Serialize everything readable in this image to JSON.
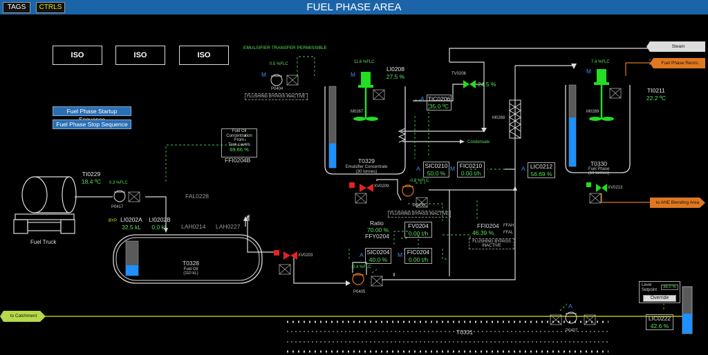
{
  "header": {
    "title": "FUEL PHASE AREA",
    "tags_label": "TAGS",
    "ctrls_label": "CTRLS"
  },
  "iso_buttons": [
    "ISO",
    "ISO",
    "ISO"
  ],
  "sequences": {
    "startup": "Fuel Phase Startup Sequence",
    "stop": "Fuel Phase Stop Sequence"
  },
  "emulsifier_permissible": "EMULSIFIER TRANSFER PERMISSIBLE",
  "fuel_truck": {
    "label": "Fuel Truck"
  },
  "ti0229": {
    "tag": "TI0229",
    "value": "18.4 ºC"
  },
  "p0417": {
    "tag": "P0417",
    "speed": "0.3 %FLC"
  },
  "fal0228": "FAL0228",
  "byp": "BYP",
  "li0202a": {
    "tag": "LI0202A",
    "value": "32.5 kL"
  },
  "li0202b": {
    "tag": "LI0202B",
    "value": "0.0 kL"
  },
  "lah0214": "LAH0214",
  "lah0227": "LAH0227",
  "t0328": {
    "tag": "T0328",
    "name": "Fuel Oil",
    "capacity": "(110 kL)",
    "level_pct": 30
  },
  "xv0203": "XV0203",
  "ffi0204b": {
    "line1": "Fuel Oil",
    "line2": "Concentration",
    "line3": "From",
    "line4": "Tank Levels",
    "value": "69.66 %",
    "tag": "FFI0204B"
  },
  "p0404": {
    "tag": "P0404",
    "speed": "0.5 %FLC",
    "mode": "M"
  },
  "flushing_bypass_inactive": "FLUSHING BYPASS INACTIVE",
  "t0329": {
    "tag": "T0329",
    "name": "Emulsifier Concentrate",
    "capacity": "(30 tonnes)",
    "level_pct": 30
  },
  "m0267": {
    "tag": "M0267",
    "speed": "11.6 %FLC",
    "mode": "M"
  },
  "li0208": {
    "tag": "LI0208",
    "value": "27.5 %"
  },
  "tic0206": {
    "tag": "TIC0206",
    "value": "35.0 ºC",
    "mode": "A"
  },
  "tv0206": {
    "tag": "TV0206",
    "value": "24.5 %"
  },
  "condensate": "Condensate",
  "steam": "Steam",
  "fuel_phase_recirc": "Fuel Phase Recirc.",
  "m0268": "M0268",
  "t0330": {
    "tag": "T0330",
    "name": "Fuel Phase",
    "capacity": "(10 tonnes)",
    "level_pct": 60
  },
  "m0269": {
    "tag": "M0269",
    "speed": "7.4 %FLC",
    "mode": "M"
  },
  "ti0211": {
    "tag": "TI0211",
    "value": "22.2 ºC"
  },
  "lic0212": {
    "tag": "LIC0212",
    "value": "56.69 %",
    "mode": "A"
  },
  "xv0213": "XV0213",
  "to_ane": "to ANE Blending Area",
  "sic0210": {
    "tag": "SIC0210",
    "value": "50.0 %",
    "mode": "A"
  },
  "fic0210": {
    "tag": "FIC0210",
    "value": "0.00 t/h",
    "mode": "M"
  },
  "xv0209": "XV0209",
  "p0406": {
    "tag": "P0406",
    "speed": "-0.2 %FLC"
  },
  "ratio": {
    "title": "Ratio",
    "value": "70.00 %",
    "tag": "FFY0204"
  },
  "fv0204": {
    "tag": "FV0204",
    "value": "0.00 t/h"
  },
  "ffi0204": {
    "tag": "FFI0204",
    "value": "46.39 %",
    "ffah": "FFAH",
    "ffal": "FFAL"
  },
  "flushing_bypass_inactive2": "FLUSHING BYPASS INACTIVE",
  "sic0204": {
    "tag": "SIC0204",
    "value": "40.0 %",
    "mode": "A"
  },
  "fic0204": {
    "tag": "FIC0204",
    "value": "0.00 t/h",
    "mode": "M"
  },
  "p0405": {
    "tag": "P0405",
    "speed": "-0.4 %FLC"
  },
  "to_catchment": "to Catchment Sump",
  "t0331": "T0331",
  "p0407": {
    "tag": "P0407",
    "mode": "A"
  },
  "level_setpoint": {
    "label1": "Level",
    "label2": "Setpoint",
    "value": "36.0 %",
    "override": "Override"
  },
  "lic0222": {
    "tag": "LIC0222",
    "value": "42.6 %",
    "level_pct": 42.6
  },
  "colors": {
    "header": "#1b64a8",
    "pipe_white": "#dddddd",
    "pipe_yellow": "#e6e600",
    "pipe_orange": "#e07820",
    "value_green": "#57e35a",
    "tank_fill": "#1e90ff",
    "motor_green": "#22dd22",
    "valve_red": "#e22222"
  }
}
